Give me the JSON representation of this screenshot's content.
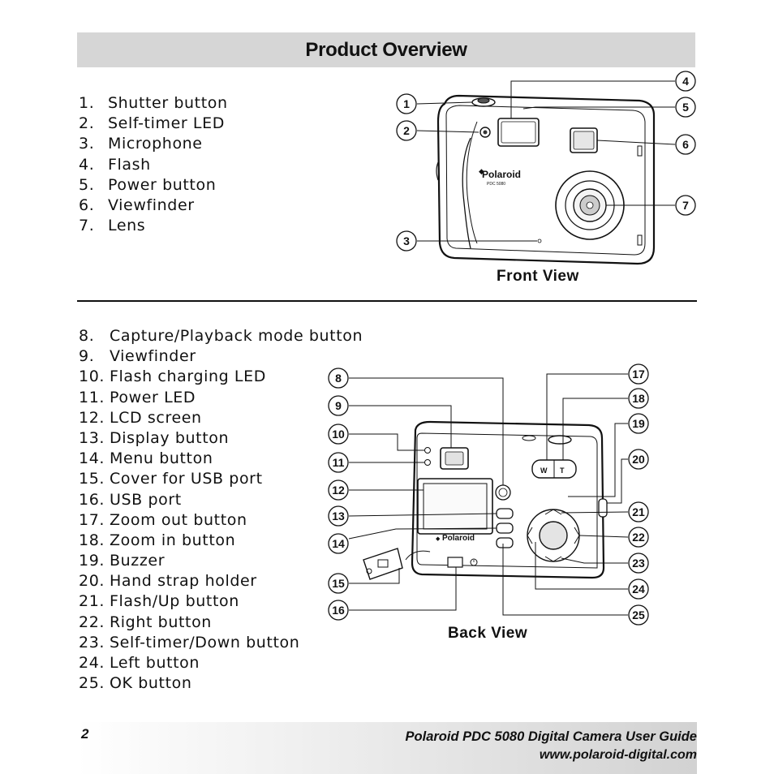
{
  "header": {
    "title": "Product Overview"
  },
  "front": {
    "caption": "Front View",
    "brand": "Polaroid",
    "model": "PDC 5080",
    "items": [
      {
        "num": "1.",
        "label": "Shutter button"
      },
      {
        "num": "2.",
        "label": "Self-timer LED"
      },
      {
        "num": "3.",
        "label": "Microphone"
      },
      {
        "num": "4.",
        "label": "Flash"
      },
      {
        "num": "5.",
        "label": "Power button"
      },
      {
        "num": "6.",
        "label": "Viewfinder"
      },
      {
        "num": "7.",
        "label": "Lens"
      }
    ]
  },
  "back": {
    "caption": "Back View",
    "brand": "Polaroid",
    "zoom_w": "W",
    "zoom_t": "T",
    "items": [
      {
        "num": "8.",
        "label": "Capture/Playback mode button"
      },
      {
        "num": "9.",
        "label": "Viewfinder"
      },
      {
        "num": "10.",
        "label": "Flash charging LED"
      },
      {
        "num": "11.",
        "label": "Power LED"
      },
      {
        "num": "12.",
        "label": "LCD screen"
      },
      {
        "num": "13.",
        "label": "Display button"
      },
      {
        "num": "14.",
        "label": "Menu button"
      },
      {
        "num": "15.",
        "label": "Cover for USB port"
      },
      {
        "num": "16.",
        "label": "USB port"
      },
      {
        "num": "17.",
        "label": "Zoom out button"
      },
      {
        "num": "18.",
        "label": "Zoom in button"
      },
      {
        "num": "19.",
        "label": "Buzzer"
      },
      {
        "num": "20.",
        "label": "Hand strap holder"
      },
      {
        "num": "21.",
        "label": "Flash/Up button"
      },
      {
        "num": "22.",
        "label": "Right button"
      },
      {
        "num": "23.",
        "label": "Self-timer/Down button"
      },
      {
        "num": "24.",
        "label": "Left button"
      },
      {
        "num": "25.",
        "label": "OK button"
      }
    ]
  },
  "callouts": {
    "c1": "1",
    "c2": "2",
    "c3": "3",
    "c4": "4",
    "c5": "5",
    "c6": "6",
    "c7": "7",
    "c8": "8",
    "c9": "9",
    "c10": "10",
    "c11": "11",
    "c12": "12",
    "c13": "13",
    "c14": "14",
    "c15": "15",
    "c16": "16",
    "c17": "17",
    "c18": "18",
    "c19": "19",
    "c20": "20",
    "c21": "21",
    "c22": "22",
    "c23": "23",
    "c24": "24",
    "c25": "25"
  },
  "footer": {
    "page_number": "2",
    "guide_title": "Polaroid PDC 5080 Digital Camera User Guide",
    "website": "www.polaroid-digital.com"
  }
}
